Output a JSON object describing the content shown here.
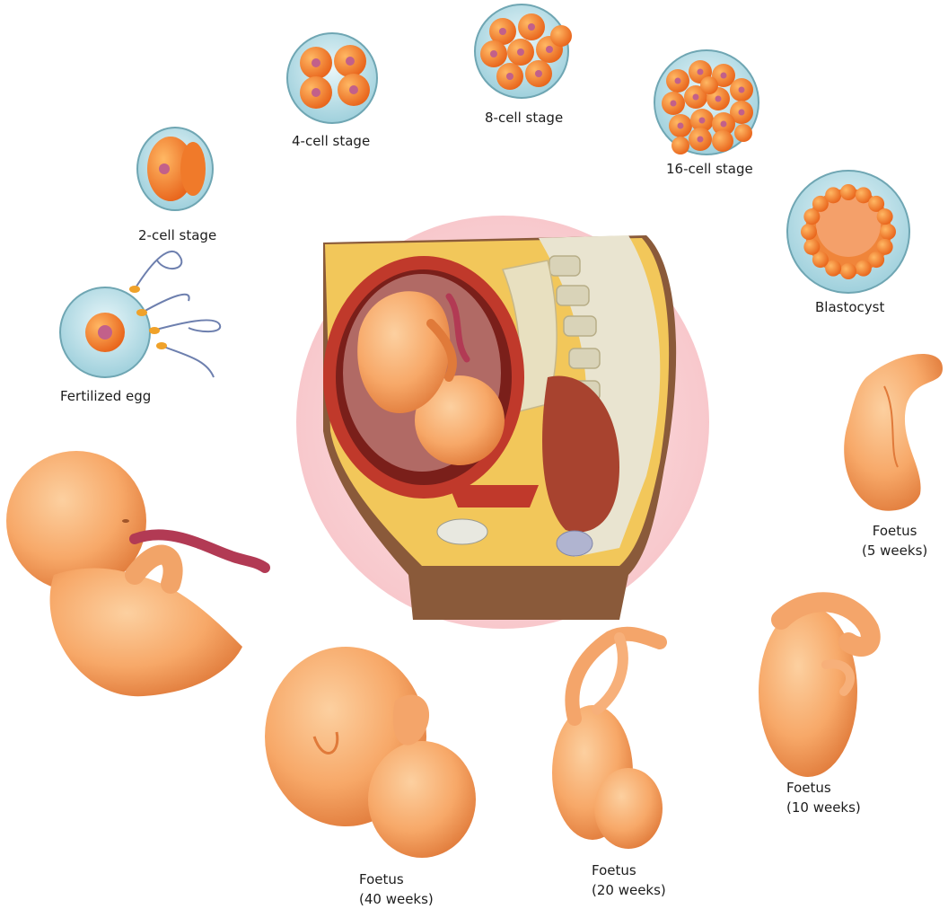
{
  "stages": {
    "fertilized_egg": "Fertilized egg",
    "two_cell": "2-cell stage",
    "four_cell": "4-cell stage",
    "eight_cell": "8-cell stage",
    "sixteen_cell": "16-cell stage",
    "blastocyst": "Blastocyst"
  },
  "foetuses": {
    "w5": {
      "line1": "Foetus",
      "line2": "(5 weeks)"
    },
    "w10": {
      "line1": "Foetus",
      "line2": "(10 weeks)"
    },
    "w20": {
      "line1": "Foetus",
      "line2": "(20 weeks)"
    },
    "w40": {
      "line1": "Foetus",
      "line2": "(40 weeks)"
    }
  },
  "colors": {
    "skin": "#f7a868",
    "skin_dark": "#e07a3a",
    "cell": "#f58a2a",
    "zona": "#bfe3ea",
    "womb_bg": "#fadadd",
    "uterus": "#c0392b"
  }
}
